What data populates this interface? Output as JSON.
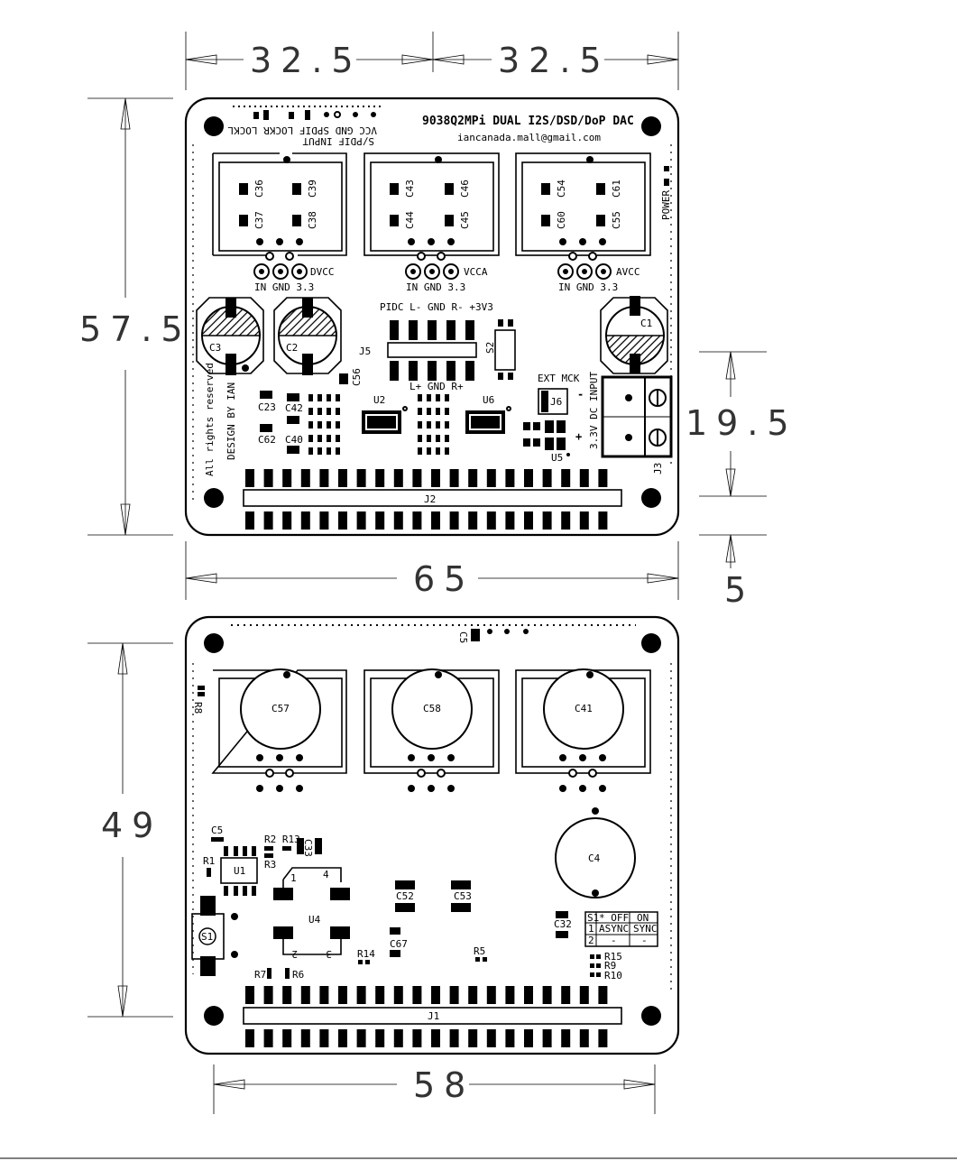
{
  "dimensions": {
    "top_half_width_left": "32.5",
    "top_half_width_right": "32.5",
    "top_height": "57.5",
    "top_width": "65",
    "dc_input_height": "19.5",
    "edge_gap": "5",
    "bottom_height": "49",
    "bottom_width": "58"
  },
  "top_board": {
    "title": "9038Q2MPi DUAL I2S/DSD/DoP DAC",
    "email": "iancanada.mall@gmail.com",
    "spdif_labels_line1": "VCC GND SPDIF LOCKR LOCKL",
    "spdif_labels_line2": "S/PDIF INPUT",
    "power_label": "POWER",
    "capacitors_grid": [
      "C36",
      "C39",
      "C37",
      "C38",
      "C43",
      "C46",
      "C44",
      "C45",
      "C54",
      "C61",
      "C60",
      "C55"
    ],
    "regulators": [
      {
        "name": "DVCC",
        "pins": "IN GND 3.3"
      },
      {
        "name": "VCCA",
        "pins": "IN GND 3.3"
      },
      {
        "name": "AVCC",
        "pins": "IN GND 3.3"
      }
    ],
    "big_caps": [
      "C3",
      "C2",
      "C1"
    ],
    "header_label": "PIDC L- GND  R- +3V3",
    "header_label2": "L+ GND  R+",
    "j5": "J5",
    "s2": "S2",
    "c56": "C56",
    "c23": "C23",
    "c42": "C42",
    "c62": "C62",
    "c40": "C40",
    "u2": "U2",
    "u6": "U6",
    "u5": "U5",
    "j6": "J6",
    "ext_mck": "EXT MCK",
    "dc_input": "3.3V DC INPUT",
    "j3": "J3",
    "j2": "J2",
    "rights": "All rights reserved",
    "design": "DESIGN BY IAN",
    "plus": "+",
    "minus": "-"
  },
  "bottom_board": {
    "c5label": "C5",
    "big_caps": [
      "C57",
      "C58",
      "C41"
    ],
    "r8": "R8",
    "c5": "C5",
    "r1": "R1",
    "u1": "U1",
    "r2r13": "R2 R13",
    "r3": "R3",
    "c33": "C33",
    "u4": "U4",
    "u4_pin1": "1",
    "u4_pin4": "4",
    "u4_pin2": "2",
    "u4_pin3": "3",
    "c52": "C52",
    "c53": "C53",
    "c4": "C4",
    "c32": "C32",
    "c67": "C67",
    "r14": "R14",
    "r5": "R5",
    "r7": "R7",
    "r6": "R6",
    "s1": "S1",
    "j1": "J1",
    "r15": "R15",
    "r9": "R9",
    "r10": "R10",
    "switch_table": [
      [
        "S1",
        "* OFF",
        "ON"
      ],
      [
        "1",
        "ASYNC",
        "SYNC"
      ],
      [
        "2",
        "-",
        "-"
      ]
    ]
  }
}
